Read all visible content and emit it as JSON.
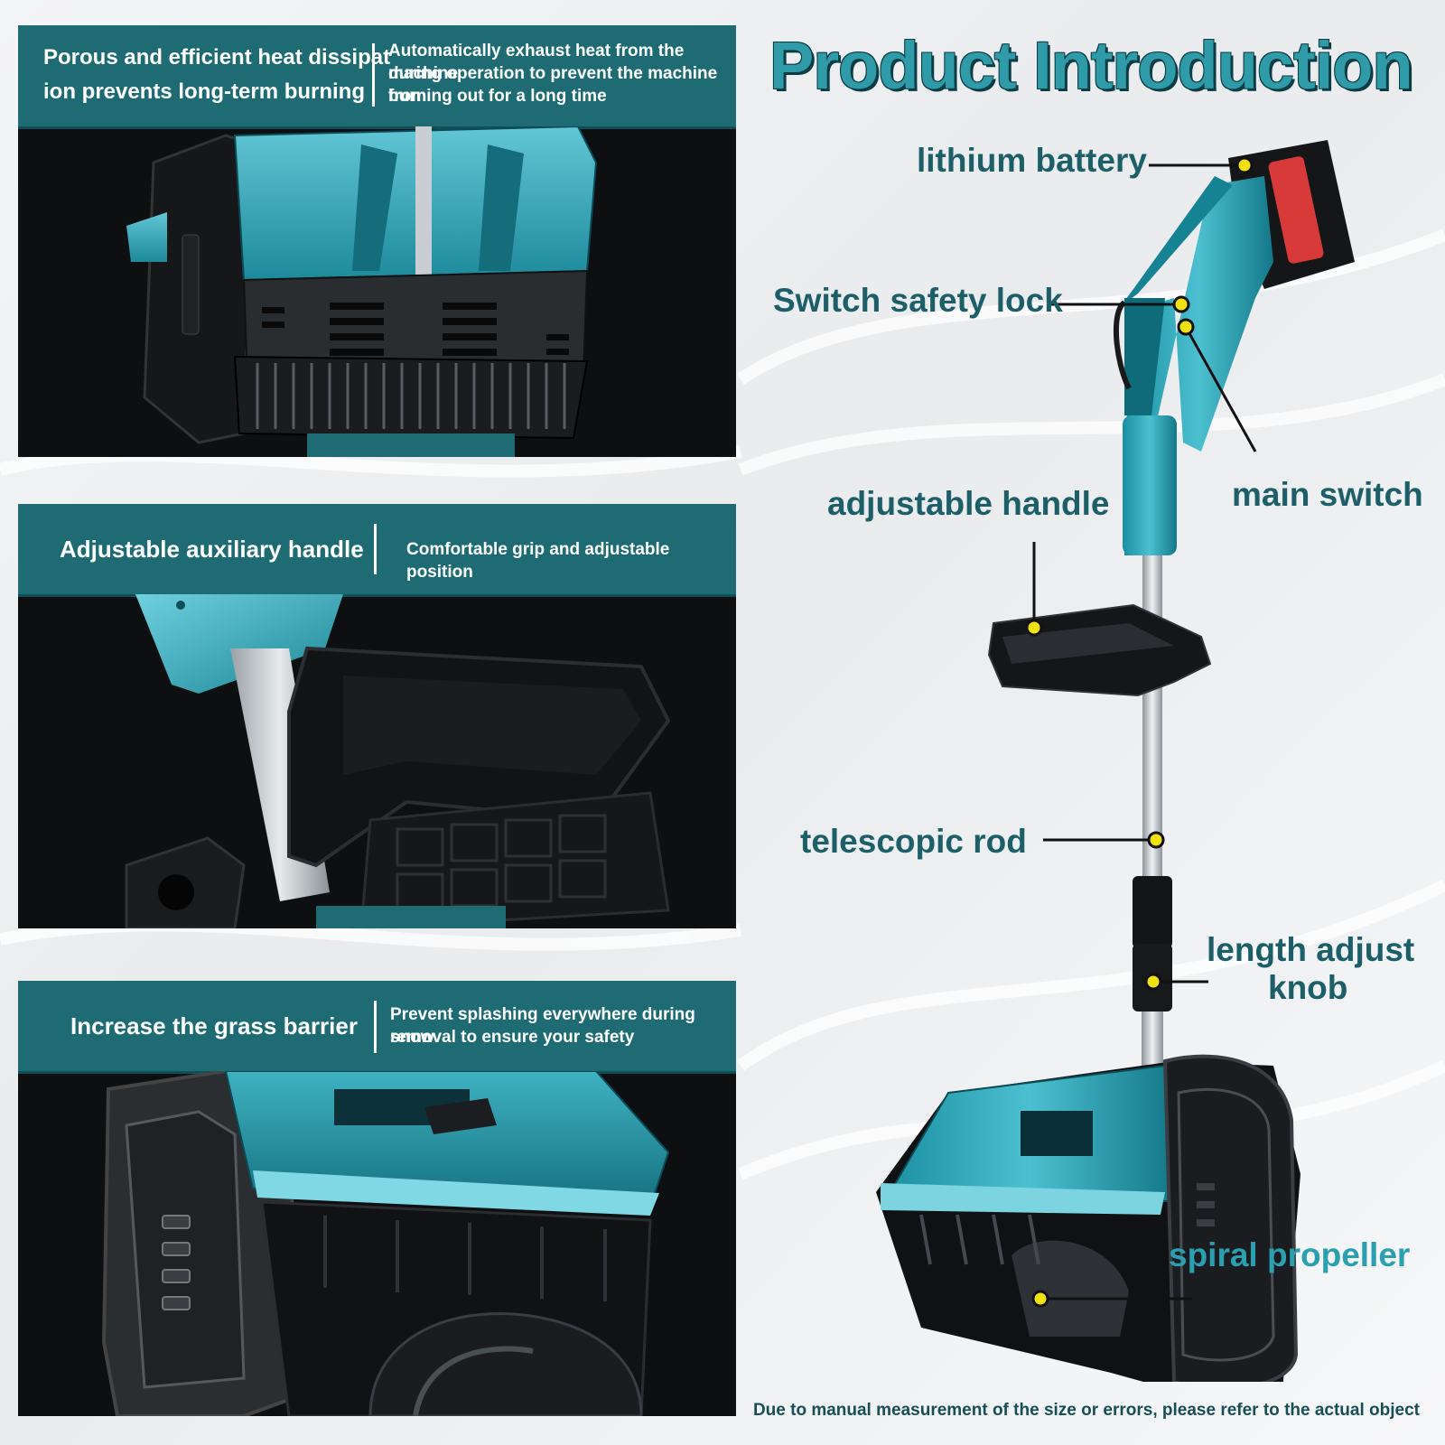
{
  "page": {
    "title": "Product Introduction",
    "footnote": "Due to manual measurement of the size or errors, please refer to the actual object"
  },
  "features": [
    {
      "title_line1": "Porous and efficient heat dissipat",
      "title_line2": "ion prevents long-term burning",
      "desc_line1": "Automatically exhaust heat from the machine",
      "desc_line2": "during operation to prevent the machine from",
      "desc_line3": "burning out for a long time"
    },
    {
      "title_line1": "Adjustable auxiliary handle",
      "desc_line1": "Comfortable grip and adjustable position"
    },
    {
      "title_line1": "Increase the grass barrier",
      "desc_line1": "Prevent splashing everywhere during snow",
      "desc_line2": "removal to ensure your safety"
    }
  ],
  "callouts": {
    "lithium_battery": "lithium battery",
    "switch_safety_lock": "Switch safety lock",
    "main_switch": "main switch",
    "adjustable_handle": "adjustable handle",
    "telescopic_rod": "telescopic rod",
    "length_adjust_knob_line1": "length adjust",
    "length_adjust_knob_line2": "knob",
    "spiral_propeller": "spiral propeller"
  },
  "colors": {
    "brand_teal": "#1e6b74",
    "product_teal": "#2aa3b5",
    "callout_text": "#1d5f68",
    "marker_yellow": "#f1e110"
  },
  "icons": {
    "marker": "yellow-dot-icon"
  }
}
